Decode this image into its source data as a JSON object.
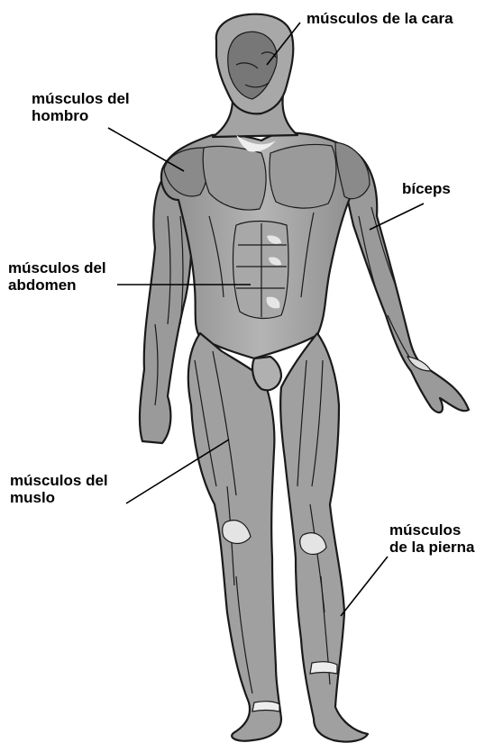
{
  "labels": {
    "face": [
      "músculos de la cara"
    ],
    "shoulder": [
      "músculos del",
      "hombro"
    ],
    "biceps": [
      "bíceps"
    ],
    "abdomen": [
      "músculos del",
      "abdomen"
    ],
    "thigh": [
      "músculos del",
      "muslo"
    ],
    "leg": [
      "músculos",
      "de la pierna"
    ]
  },
  "colors": {
    "skin_dark": "#7d7d7d",
    "skin_mid": "#a6a6a6",
    "skin_light": "#cfcfcf",
    "highlight": "#eeeeee",
    "outline": "#1a1a1a",
    "text": "#000000"
  }
}
